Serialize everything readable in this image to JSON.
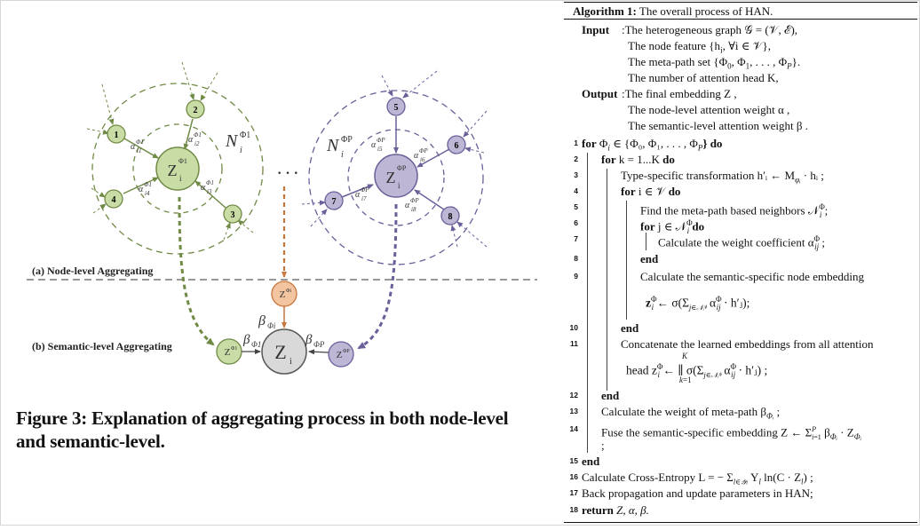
{
  "figure": {
    "caption": "Figure 3: Explanation of aggregating process in both node-level and semantic-level.",
    "node_level_label": "(a) Node-level Aggregating",
    "semantic_level_label": "(b) Semantic-level Aggregating",
    "ellipsis": "· · ·",
    "left_group": {
      "neighbors": [
        "1",
        "2",
        "3",
        "4"
      ],
      "center_label": "Z",
      "center_sub": "i",
      "center_sup": "Φ1",
      "neighborhood": "N",
      "neighborhood_sub": "i",
      "neighborhood_sup": "Φ1",
      "attn_labels": [
        "α",
        "α",
        "α",
        "α"
      ],
      "attn_subs": [
        "i1",
        "i2",
        "i3",
        "i4"
      ],
      "attn_sups": [
        "Φ1",
        "Φ1",
        "Φ1",
        "Φ1"
      ]
    },
    "right_group": {
      "neighbors": [
        "5",
        "6",
        "7",
        "8"
      ],
      "center_label": "Z",
      "center_sub": "i",
      "center_sup": "ΦP",
      "neighborhood": "N",
      "neighborhood_sub": "i",
      "neighborhood_sup": "ΦP",
      "attn_labels": [
        "α",
        "α",
        "α",
        "α"
      ],
      "attn_subs": [
        "i5",
        "i6",
        "i7",
        "i8"
      ],
      "attn_sups": [
        "ΦP",
        "ΦP",
        "ΦP",
        "ΦP"
      ]
    },
    "semantic": {
      "z_left": "Z",
      "z_left_sup": "Φ1",
      "z_mid": "Z",
      "z_mid_sup": "Φi",
      "z_right": "Z",
      "z_right_sup": "ΦP",
      "z_final": "Z",
      "z_final_sub": "i",
      "beta_mid": "β",
      "beta_mid_sub": "Φi",
      "beta_left": "β",
      "beta_left_sub": "Φ1",
      "beta_right": "β",
      "beta_right_sub": "ΦP"
    },
    "colors": {
      "green_fill": "#c9dca5",
      "green_stroke": "#6f8a44",
      "purple_fill": "#bdb6d4",
      "purple_stroke": "#6a5f99",
      "orange_fill": "#f2c4a0",
      "orange_stroke": "#c9743d",
      "gray_fill": "#d9d9d9",
      "gray_stroke": "#555555"
    }
  },
  "algorithm": {
    "title_key": "Algorithm 1:",
    "title_text": "The overall process of HAN.",
    "input_key": "Input",
    "output_key": "Output",
    "inputs": [
      ":The heterogeneous graph 𝒢 = (𝒱, ℰ),",
      "The node feature {h",
      "The meta-path set {Φ",
      "The number of attention head K,"
    ],
    "input_node_feature_tail": ", ∀i ∈ 𝒱},",
    "input_node_feature_sub": "i",
    "input_metapath_tail": ", Φ",
    "input_metapath_end": ", . . . , Φ",
    "input_metapath_close": "}.",
    "outputs": [
      ":The final embedding Z ,",
      "The node-level attention weight α ,",
      "The semantic-level attention weight β ."
    ],
    "lines": [
      {
        "n": "1",
        "kw": "for",
        "text": " Φ",
        "rest": " ∈ {Φ₀, Φ₁, . . . , Φ",
        "end": "} do"
      },
      {
        "n": "2",
        "kw": "for",
        "text": " k = 1...K ",
        "kw2": "do"
      },
      {
        "n": "3",
        "text": "Type-specific transformation h′ᵢ ← M",
        "rest": " · hᵢ ;"
      },
      {
        "n": "4",
        "kw": "for",
        "text": " i ∈ 𝒱 ",
        "kw2": "do"
      },
      {
        "n": "5",
        "text": "Find the meta-path based neighbors 𝒩",
        "rest": " ;"
      },
      {
        "n": "6",
        "kw": "for",
        "text": " j ∈ 𝒩",
        "kw2": " do"
      },
      {
        "n": "7",
        "text": "Calculate the weight coefficient α",
        "rest": " ;"
      },
      {
        "n": "8",
        "kw": "end"
      },
      {
        "n": "9",
        "text": "Calculate the semantic-specific node embedding"
      },
      {
        "n": "",
        "text": "z",
        "rest": " ← σ(Σ",
        "end": " α",
        "end2": " · h′ⱼ);"
      },
      {
        "n": "10",
        "kw": "end"
      },
      {
        "n": "11",
        "text": "Concatenate the learned embeddings from all attention"
      },
      {
        "n": "",
        "text": "head z",
        "rest": " ← ∥ σ(Σ",
        "end": " α",
        "end2": " · h′ⱼ) ;"
      },
      {
        "n": "12",
        "kw": "end"
      },
      {
        "n": "13",
        "text": "Calculate the weight of meta-path β",
        "rest": " ;"
      },
      {
        "n": "14",
        "text": "Fuse the semantic-specific embedding Z ← Σ",
        "rest": " β",
        "end": " · Z"
      },
      {
        "n": "",
        "text": ";"
      },
      {
        "n": "15",
        "kw": "end"
      },
      {
        "n": "16",
        "text": "Calculate Cross-Entropy L = − Σ",
        "rest": " Y",
        "end": " ln(C · Z",
        "end2": ") ;"
      },
      {
        "n": "17",
        "text": "Back propagation and update parameters in HAN;"
      },
      {
        "n": "18",
        "kw": "return",
        "text": " Z, α, β."
      }
    ]
  }
}
